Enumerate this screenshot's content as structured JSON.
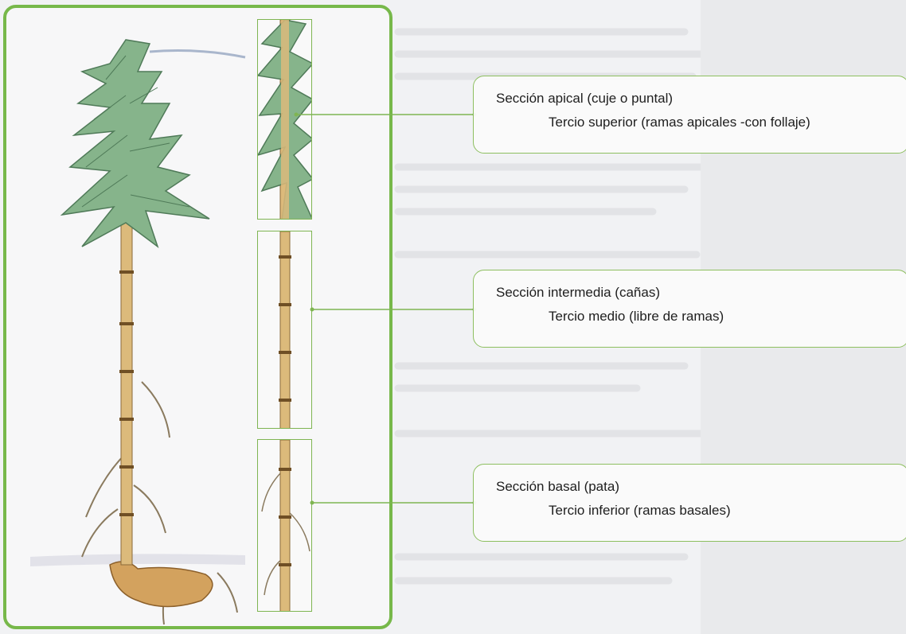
{
  "colors": {
    "frame_green": "#77b84a",
    "stem": "#d9b678",
    "leaf": "#7fae82",
    "root": "#c89a58"
  },
  "icons": [
    "bamboo-plant-illustration",
    "bamboo-apical-section",
    "bamboo-middle-section",
    "bamboo-basal-section"
  ],
  "sections": [
    {
      "title": "Sección apical (cuje o puntal)",
      "subtitle": "Tercio superior (ramas apicales -con follaje)"
    },
    {
      "title": "Sección intermedia (cañas)",
      "subtitle": "Tercio medio (libre de ramas)"
    },
    {
      "title": "Sección basal (pata)",
      "subtitle": "Tercio inferior (ramas basales)"
    }
  ]
}
